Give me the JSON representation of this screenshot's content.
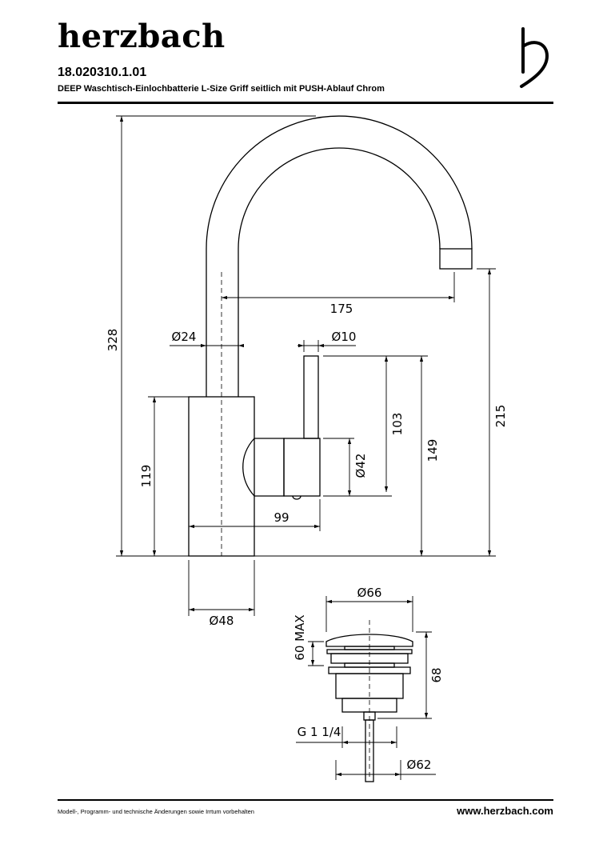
{
  "header": {
    "brand": "herzbach",
    "part_number": "18.020310.1.01",
    "description": "DEEP Waschtisch-Einlochbatterie L-Size Griff seitlich mit PUSH-Ablauf Chrom"
  },
  "logo": {
    "icon": "herzbach-h-logo",
    "text": "h"
  },
  "dimensions": {
    "total_height": "328",
    "reach": "175",
    "spout_diameter": "Ø24",
    "lever_diameter": "Ø10",
    "lever_height": "103",
    "lever_top_height": "149",
    "spout_outlet_height": "215",
    "handle_diameter": "Ø42",
    "body_height": "119",
    "handle_projection": "99",
    "body_diameter": "Ø48"
  },
  "drain": {
    "cap_diameter": "Ø66",
    "max_thickness": "60 MAX",
    "height": "68",
    "thread": "G 1 1/4",
    "hole_diameter": "Ø62"
  },
  "footer": {
    "disclaimer": "Modell-, Programm- und technische Änderungen sowie Irrtum vorbehalten",
    "website": "www.herzbach.com"
  }
}
